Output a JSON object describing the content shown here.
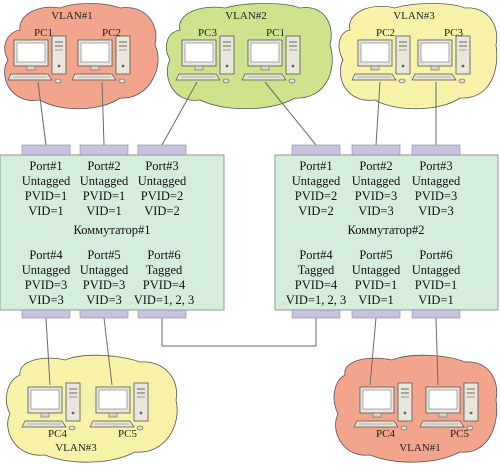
{
  "colors": {
    "vlan1": "#f2a48c",
    "vlan2": "#cfe28c",
    "vlan3": "#f7f2a8",
    "switch_fill": "#d5eedb",
    "port_connector": "#c7c3df",
    "line": "#6b6b6b"
  },
  "vlan_groups": [
    {
      "label": "VLAN#1",
      "pcs": [
        "PC1",
        "PC2"
      ]
    },
    {
      "label": "VLAN#2",
      "pcs": [
        "PC3",
        "PC1"
      ]
    },
    {
      "label": "VLAN#3",
      "pcs": [
        "PC2",
        "PC3"
      ]
    },
    {
      "label": "VLAN#3",
      "pcs": [
        "PC4",
        "PC5"
      ]
    },
    {
      "label": "VLAN#1",
      "pcs": [
        "PC4",
        "PC5"
      ]
    }
  ],
  "switches": [
    {
      "title": "Коммутатор#1",
      "ports": [
        {
          "name": "Port#1",
          "mode": "Untagged",
          "pvid": "PVID=1",
          "vid": "VID=1"
        },
        {
          "name": "Port#2",
          "mode": "Untagged",
          "pvid": "PVID=1",
          "vid": "VID=1"
        },
        {
          "name": "Port#3",
          "mode": "Untagged",
          "pvid": "PVID=2",
          "vid": "VID=2"
        },
        {
          "name": "Port#4",
          "mode": "Untagged",
          "pvid": "PVID=3",
          "vid": "VID=3"
        },
        {
          "name": "Port#5",
          "mode": "Untagged",
          "pvid": "PVID=3",
          "vid": "VID=3"
        },
        {
          "name": "Port#6",
          "mode": "Tagged",
          "pvid": "PVID=4",
          "vid": "VID=1, 2, 3"
        }
      ]
    },
    {
      "title": "Коммутатор#2",
      "ports": [
        {
          "name": "Port#1",
          "mode": "Untagged",
          "pvid": "PVID=2",
          "vid": "VID=2"
        },
        {
          "name": "Port#2",
          "mode": "Untagged",
          "pvid": "PVID=3",
          "vid": "VID=3"
        },
        {
          "name": "Port#3",
          "mode": "Untagged",
          "pvid": "PVID=3",
          "vid": "VID=3"
        },
        {
          "name": "Port#4",
          "mode": "Tagged",
          "pvid": "PVID=4",
          "vid": "VID=1, 2, 3"
        },
        {
          "name": "Port#5",
          "mode": "Untagged",
          "pvid": "PVID=1",
          "vid": "VID=1"
        },
        {
          "name": "Port#6",
          "mode": "Untagged",
          "pvid": "PVID=1",
          "vid": "VID=1"
        }
      ]
    }
  ]
}
